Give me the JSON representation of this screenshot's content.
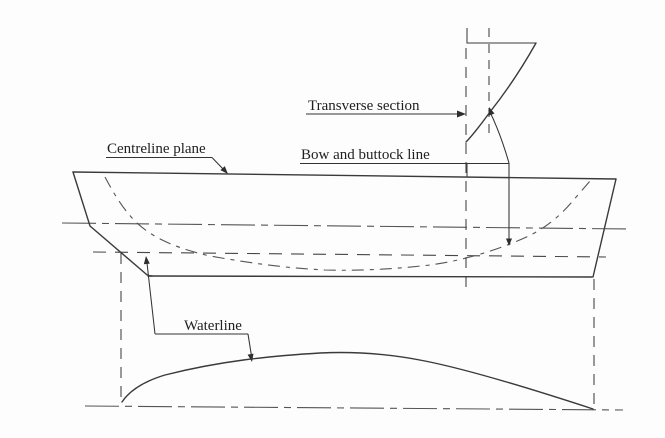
{
  "labels": {
    "transverse_section": "Transverse section",
    "centreline_plane": "Centreline plane",
    "bow_and_buttock_line": "Bow and buttock line",
    "waterline": "Waterline"
  },
  "colors": {
    "ink": "#333333",
    "background": "#fdfdfd"
  }
}
